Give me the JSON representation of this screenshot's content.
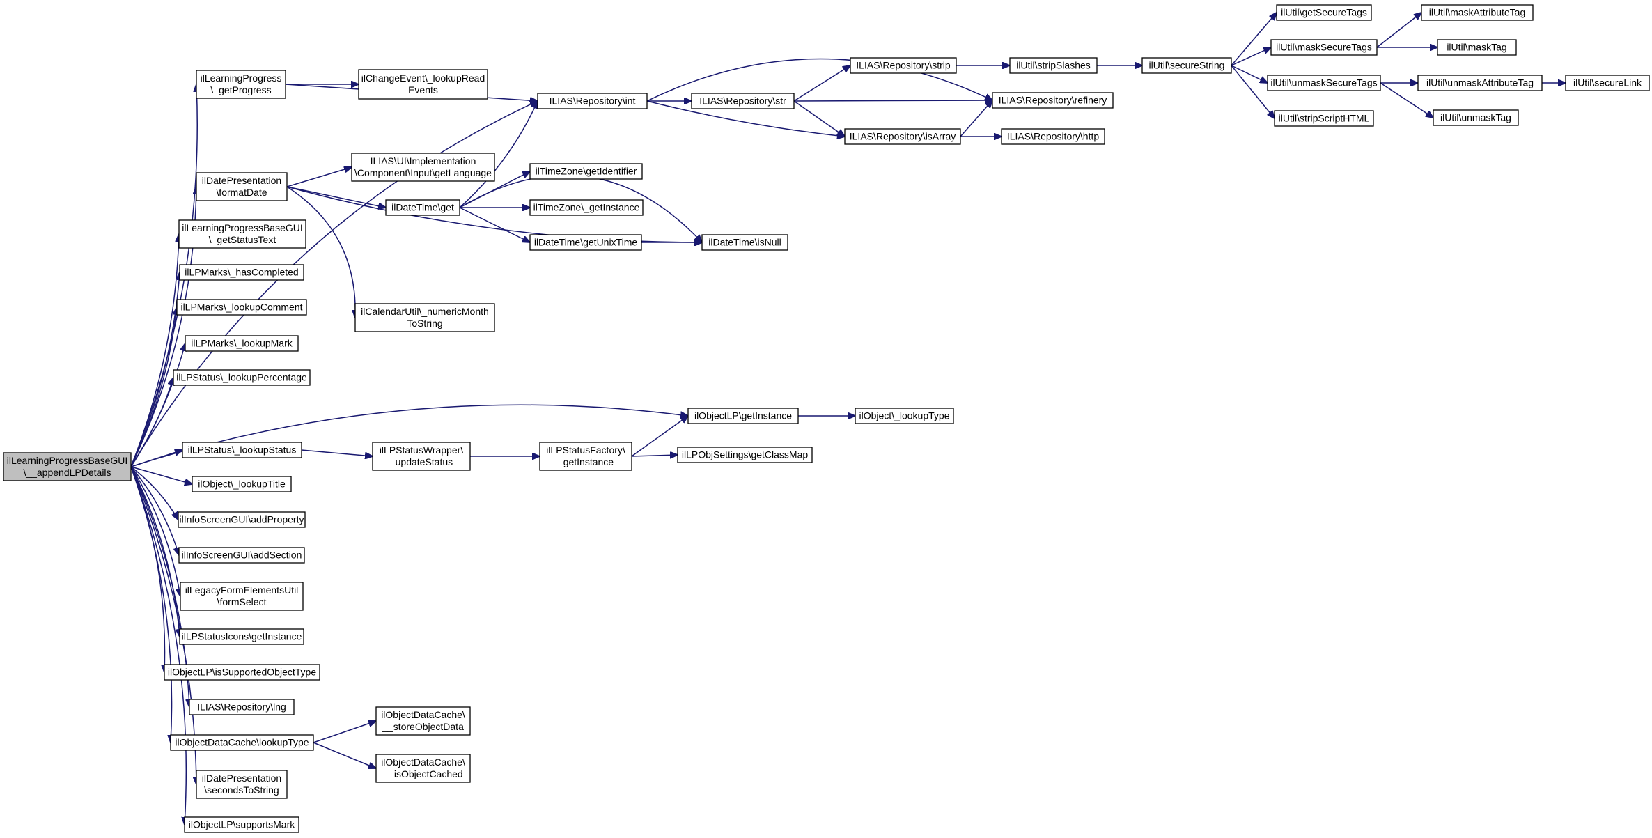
{
  "graph": {
    "edge_color": "#191970",
    "root_fill": "#bfbfbf",
    "nodes": [
      {
        "id": "root",
        "lines": [
          "ilLearningProgressBaseGUI",
          "\\__appendLPDetails"
        ],
        "root": true
      },
      {
        "id": "getProgress",
        "lines": [
          "ilLearningProgress",
          "\\_getProgress"
        ]
      },
      {
        "id": "lookupReadEvents",
        "lines": [
          "ilChangeEvent\\_lookupRead",
          "Events"
        ]
      },
      {
        "id": "repoInt",
        "lines": [
          "ILIAS\\Repository\\int"
        ]
      },
      {
        "id": "repoStr",
        "lines": [
          "ILIAS\\Repository\\str"
        ]
      },
      {
        "id": "repoStrip",
        "lines": [
          "ILIAS\\Repository\\strip"
        ]
      },
      {
        "id": "stripSlashes",
        "lines": [
          "ilUtil\\stripSlashes"
        ]
      },
      {
        "id": "secureString",
        "lines": [
          "ilUtil\\secureString"
        ]
      },
      {
        "id": "getSecureTags",
        "lines": [
          "ilUtil\\getSecureTags"
        ]
      },
      {
        "id": "maskSecureTags",
        "lines": [
          "ilUtil\\maskSecureTags"
        ]
      },
      {
        "id": "maskAttributeTag",
        "lines": [
          "ilUtil\\maskAttributeTag"
        ]
      },
      {
        "id": "maskTag",
        "lines": [
          "ilUtil\\maskTag"
        ]
      },
      {
        "id": "unmaskSecureTags",
        "lines": [
          "ilUtil\\unmaskSecureTags"
        ]
      },
      {
        "id": "unmaskAttributeTag",
        "lines": [
          "ilUtil\\unmaskAttributeTag"
        ]
      },
      {
        "id": "secureLink",
        "lines": [
          "ilUtil\\secureLink"
        ]
      },
      {
        "id": "unmaskTag",
        "lines": [
          "ilUtil\\unmaskTag"
        ]
      },
      {
        "id": "stripScriptHTML",
        "lines": [
          "ilUtil\\stripScriptHTML"
        ]
      },
      {
        "id": "refinery",
        "lines": [
          "ILIAS\\Repository\\refinery"
        ]
      },
      {
        "id": "isArray",
        "lines": [
          "ILIAS\\Repository\\isArray"
        ]
      },
      {
        "id": "http",
        "lines": [
          "ILIAS\\Repository\\http"
        ]
      },
      {
        "id": "formatDate",
        "lines": [
          "ilDatePresentation",
          "\\formatDate"
        ]
      },
      {
        "id": "getLanguage",
        "lines": [
          "ILIAS\\UI\\Implementation",
          "\\Component\\Input\\getLanguage"
        ]
      },
      {
        "id": "dtGet",
        "lines": [
          "ilDateTime\\get"
        ]
      },
      {
        "id": "tzGetIdentifier",
        "lines": [
          "ilTimeZone\\getIdentifier"
        ]
      },
      {
        "id": "tzGetInstance",
        "lines": [
          "ilTimeZone\\_getInstance"
        ]
      },
      {
        "id": "getUnixTime",
        "lines": [
          "ilDateTime\\getUnixTime"
        ]
      },
      {
        "id": "isNull",
        "lines": [
          "ilDateTime\\isNull"
        ]
      },
      {
        "id": "numericMonth",
        "lines": [
          "ilCalendarUtil\\_numericMonth",
          "ToString"
        ]
      },
      {
        "id": "getStatusText",
        "lines": [
          "ilLearningProgressBaseGUI",
          "\\_getStatusText"
        ]
      },
      {
        "id": "hasCompleted",
        "lines": [
          "ilLPMarks\\_hasCompleted"
        ]
      },
      {
        "id": "lookupComment",
        "lines": [
          "ilLPMarks\\_lookupComment"
        ]
      },
      {
        "id": "lookupMark",
        "lines": [
          "ilLPMarks\\_lookupMark"
        ]
      },
      {
        "id": "lookupPercentage",
        "lines": [
          "ilLPStatus\\_lookupPercentage"
        ]
      },
      {
        "id": "olpGetInstance",
        "lines": [
          "ilObjectLP\\getInstance"
        ]
      },
      {
        "id": "objLookupType",
        "lines": [
          "ilObject\\_lookupType"
        ]
      },
      {
        "id": "lookupStatus",
        "lines": [
          "ilLPStatus\\_lookupStatus"
        ]
      },
      {
        "id": "updateStatus",
        "lines": [
          "ilLPStatusWrapper\\",
          "_updateStatus"
        ]
      },
      {
        "id": "factoryGetInstance",
        "lines": [
          "ilLPStatusFactory\\",
          "_getInstance"
        ]
      },
      {
        "id": "getClassMap",
        "lines": [
          "ilLPObjSettings\\getClassMap"
        ]
      },
      {
        "id": "lookupTitle",
        "lines": [
          "ilObject\\_lookupTitle"
        ]
      },
      {
        "id": "addProperty",
        "lines": [
          "ilInfoScreenGUI\\addProperty"
        ]
      },
      {
        "id": "addSection",
        "lines": [
          "ilInfoScreenGUI\\addSection"
        ]
      },
      {
        "id": "formSelect",
        "lines": [
          "ilLegacyFormElementsUtil",
          "\\formSelect"
        ]
      },
      {
        "id": "iconsGetInstance",
        "lines": [
          "ilLPStatusIcons\\getInstance"
        ]
      },
      {
        "id": "isSupported",
        "lines": [
          "ilObjectLP\\isSupportedObjectType"
        ]
      },
      {
        "id": "lng",
        "lines": [
          "ILIAS\\Repository\\lng"
        ]
      },
      {
        "id": "odcLookupType",
        "lines": [
          "ilObjectDataCache\\lookupType"
        ]
      },
      {
        "id": "storeObjectData",
        "lines": [
          "ilObjectDataCache\\",
          "__storeObjectData"
        ]
      },
      {
        "id": "isObjectCached",
        "lines": [
          "ilObjectDataCache\\",
          "__isObjectCached"
        ]
      },
      {
        "id": "secondsToString",
        "lines": [
          "ilDatePresentation",
          "\\secondsToString"
        ]
      },
      {
        "id": "supportsMark",
        "lines": [
          "ilObjectLP\\supportsMark"
        ]
      }
    ]
  }
}
